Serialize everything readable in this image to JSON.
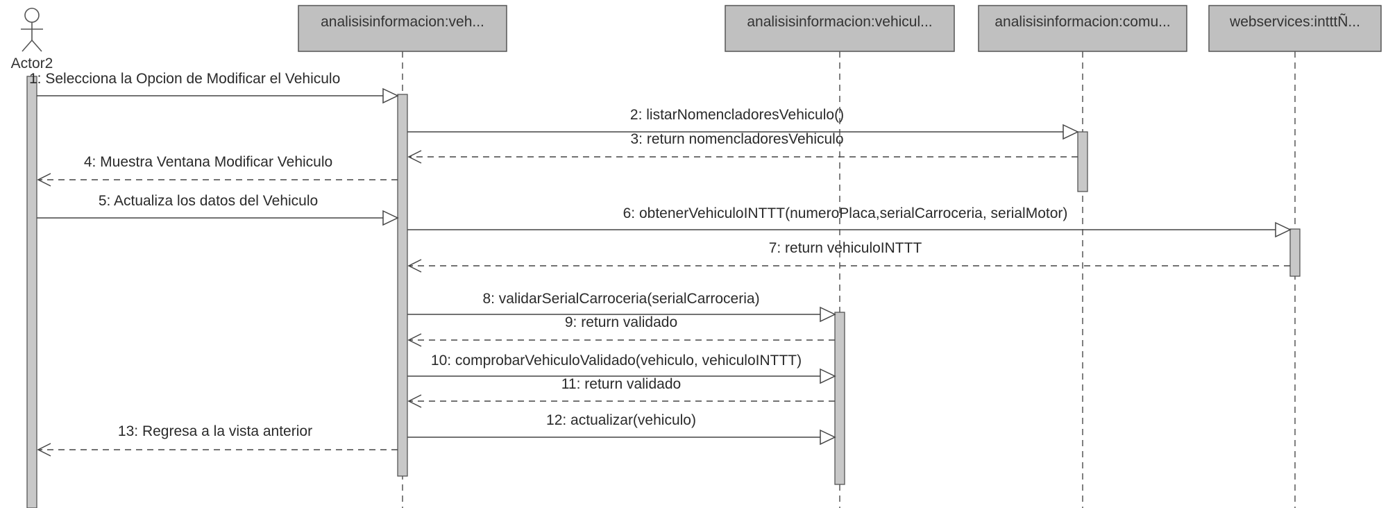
{
  "diagram": {
    "actor": {
      "name": "Actor2"
    },
    "lifelines": [
      {
        "id": "vehiculo_ui",
        "title": "analisisinformacion:veh..."
      },
      {
        "id": "vehiculo_ctrl",
        "title": "analisisinformacion:vehicul..."
      },
      {
        "id": "comun",
        "title": "analisisinformacion:comu..."
      },
      {
        "id": "ws",
        "title": "webservices:intttÑ..."
      }
    ],
    "messages": [
      {
        "id": "m1",
        "label": "1: Selecciona la Opcion de Modificar el Vehiculo",
        "from": "actor",
        "to": "vehiculo_ui",
        "kind": "call"
      },
      {
        "id": "m2",
        "label": "2: listarNomencladoresVehiculo()",
        "from": "vehiculo_ui",
        "to": "comun",
        "kind": "call"
      },
      {
        "id": "m3",
        "label": "3: return nomencladoresVehiculo",
        "from": "comun",
        "to": "vehiculo_ui",
        "kind": "return"
      },
      {
        "id": "m4",
        "label": "4: Muestra Ventana Modificar Vehiculo",
        "from": "vehiculo_ui",
        "to": "actor",
        "kind": "return"
      },
      {
        "id": "m5",
        "label": "5: Actualiza los datos del Vehiculo",
        "from": "actor",
        "to": "vehiculo_ui",
        "kind": "call"
      },
      {
        "id": "m6",
        "label": "6: obtenerVehiculoINTTT(numeroPlaca,serialCarroceria, serialMotor)",
        "from": "vehiculo_ui",
        "to": "ws",
        "kind": "call"
      },
      {
        "id": "m7",
        "label": "7: return vehiculoINTTT",
        "from": "ws",
        "to": "vehiculo_ui",
        "kind": "return"
      },
      {
        "id": "m8",
        "label": "8: validarSerialCarroceria(serialCarroceria)",
        "from": "vehiculo_ui",
        "to": "vehiculo_ctrl",
        "kind": "call"
      },
      {
        "id": "m9",
        "label": "9: return validado",
        "from": "vehiculo_ctrl",
        "to": "vehiculo_ui",
        "kind": "return"
      },
      {
        "id": "m10",
        "label": "10: comprobarVehiculoValidado(vehiculo, vehiculoINTTT)",
        "from": "vehiculo_ui",
        "to": "vehiculo_ctrl",
        "kind": "call"
      },
      {
        "id": "m11",
        "label": "11: return validado",
        "from": "vehiculo_ctrl",
        "to": "vehiculo_ui",
        "kind": "return"
      },
      {
        "id": "m12",
        "label": "12: actualizar(vehiculo)",
        "from": "vehiculo_ui",
        "to": "vehiculo_ctrl",
        "kind": "call"
      },
      {
        "id": "m13",
        "label": "13: Regresa a la vista anterior",
        "from": "vehiculo_ui",
        "to": "actor",
        "kind": "return"
      }
    ]
  }
}
